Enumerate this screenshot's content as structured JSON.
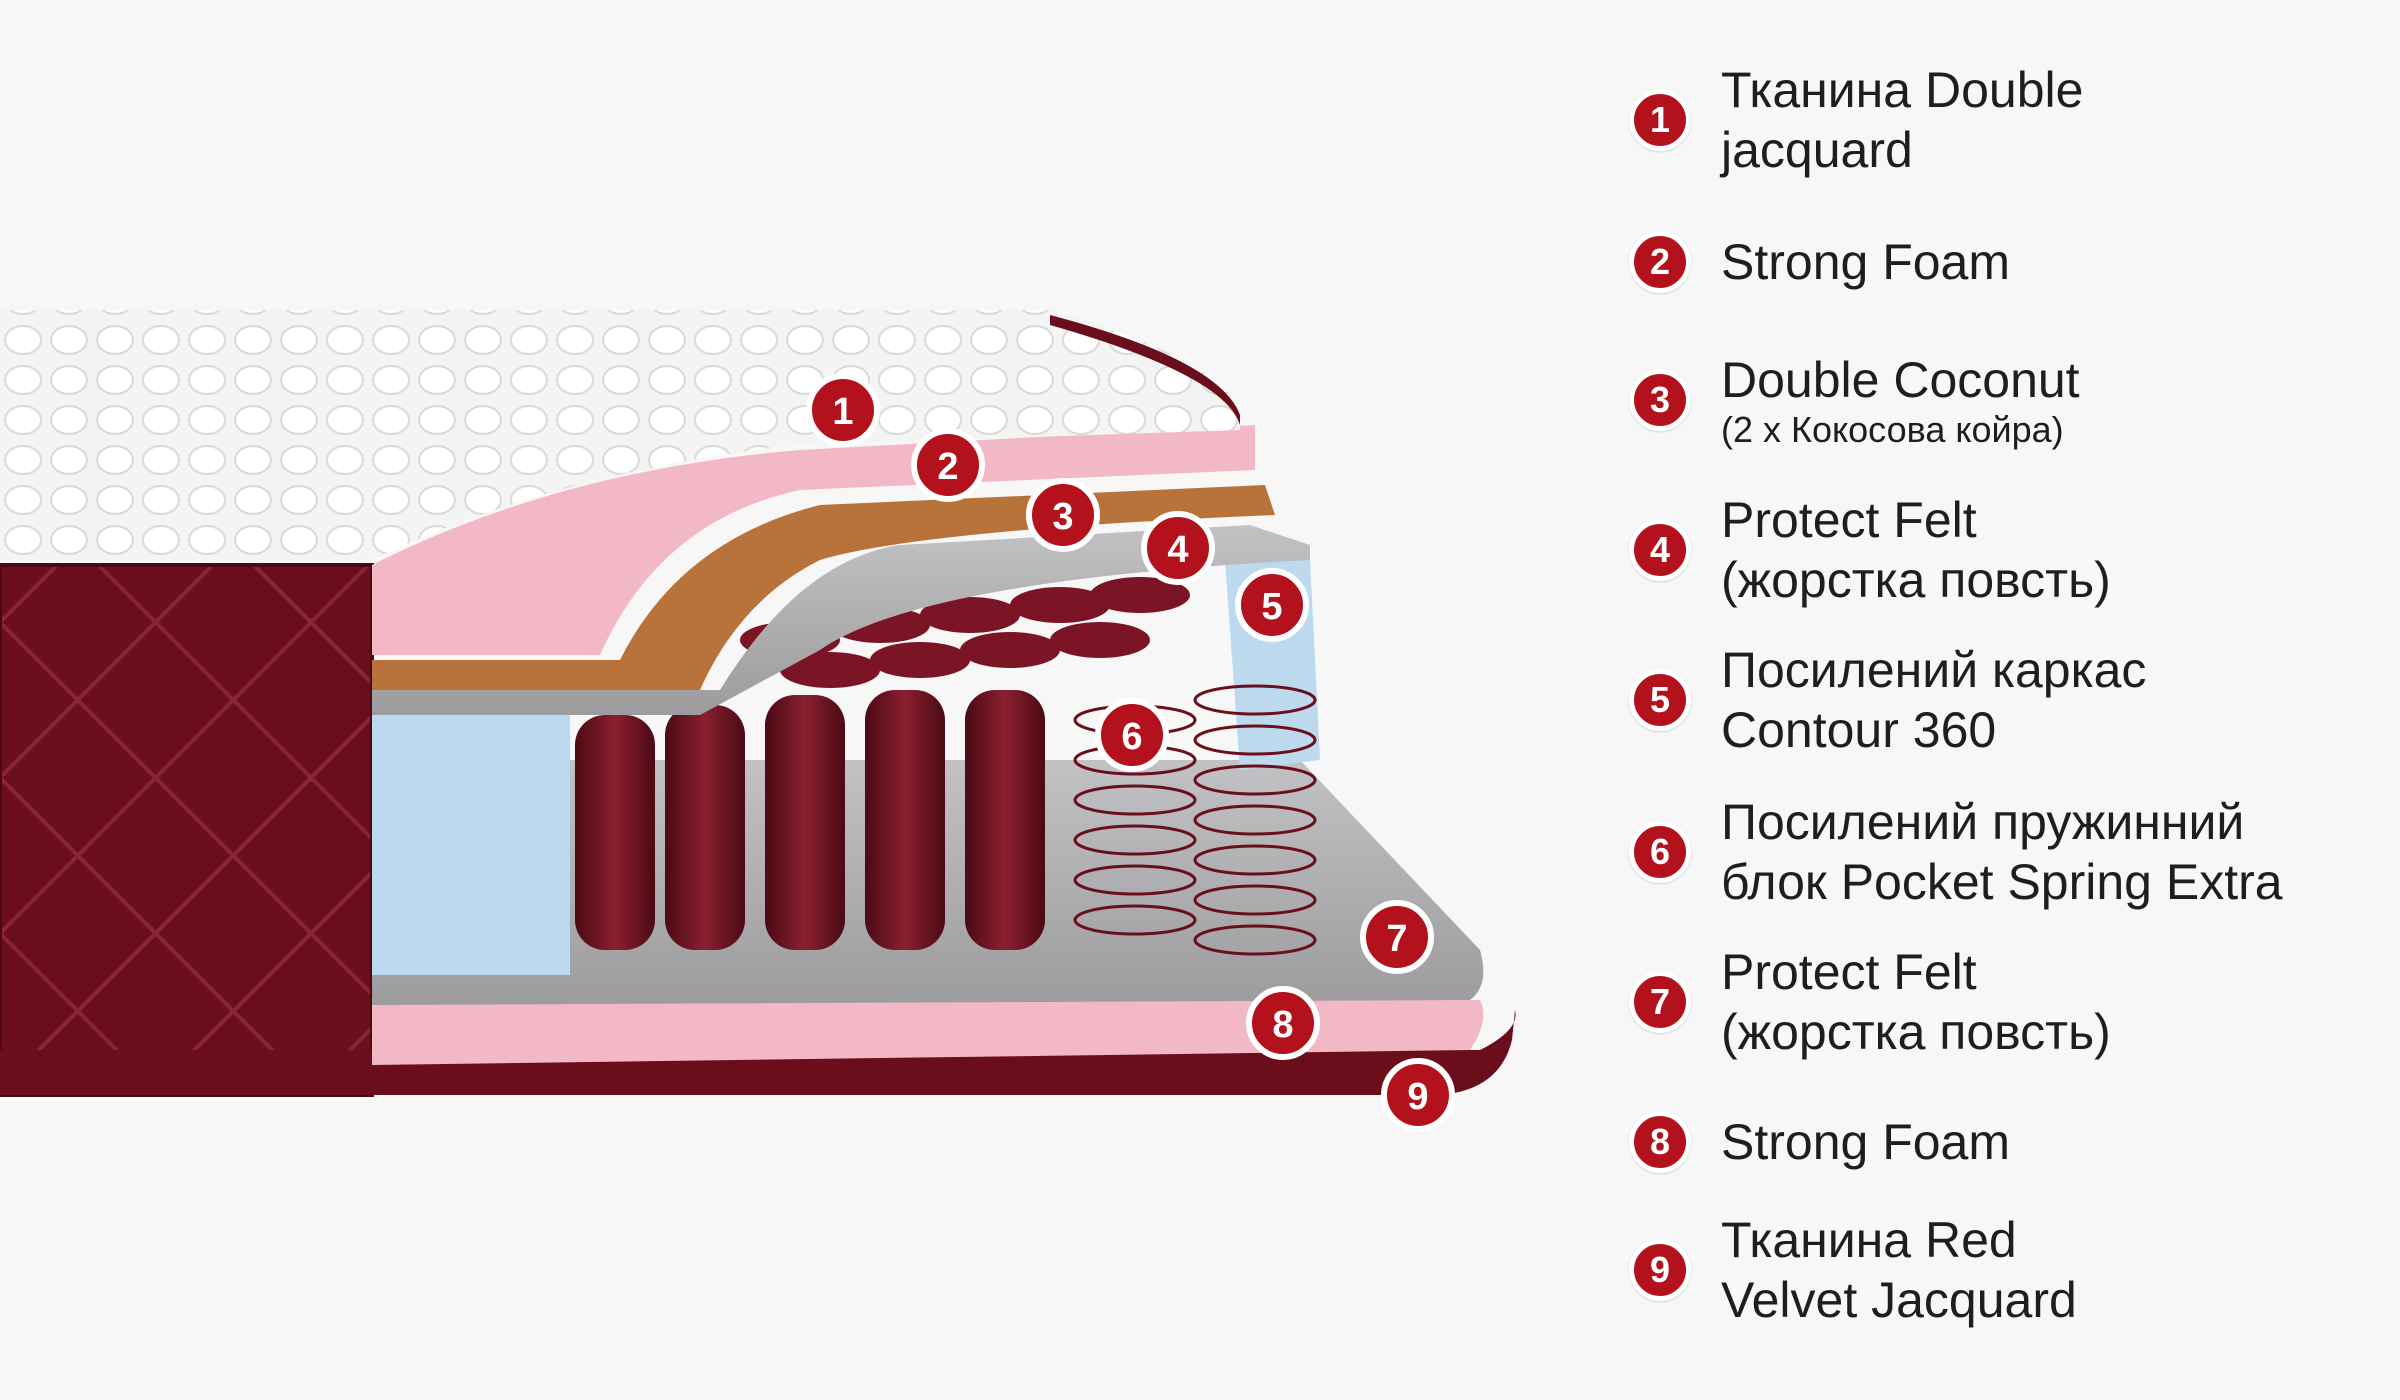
{
  "callouts": [
    {
      "num": "1",
      "lines": [
        "Тканина Double",
        "jacquard"
      ],
      "sub": ""
    },
    {
      "num": "2",
      "lines": [
        "Strong Foam"
      ],
      "sub": ""
    },
    {
      "num": "3",
      "lines": [
        "Double Coconut"
      ],
      "sub": "(2 х Кокосова койра)"
    },
    {
      "num": "4",
      "lines": [
        "Protect Felt",
        "(жорстка повсть)"
      ],
      "sub": ""
    },
    {
      "num": "5",
      "lines": [
        "Посилений каркас",
        "Contour 360"
      ],
      "sub": ""
    },
    {
      "num": "6",
      "lines": [
        "Посилений пружинний",
        "блок Pocket Spring Extra"
      ],
      "sub": ""
    },
    {
      "num": "7",
      "lines": [
        "Protect Felt",
        "(жорстка повсть)"
      ],
      "sub": ""
    },
    {
      "num": "8",
      "lines": [
        "Strong Foam"
      ],
      "sub": ""
    },
    {
      "num": "9",
      "lines": [
        "Тканина Red",
        "Velvet Jacquard"
      ],
      "sub": ""
    }
  ],
  "colors": {
    "badge": "#b3111c",
    "velvet": "#6e0f1e",
    "foam": "#f2b8c6",
    "coconut": "#b8733a",
    "felt": "#a9a9ab",
    "contour": "#bcd9ee",
    "quilt": "#ffffff"
  }
}
